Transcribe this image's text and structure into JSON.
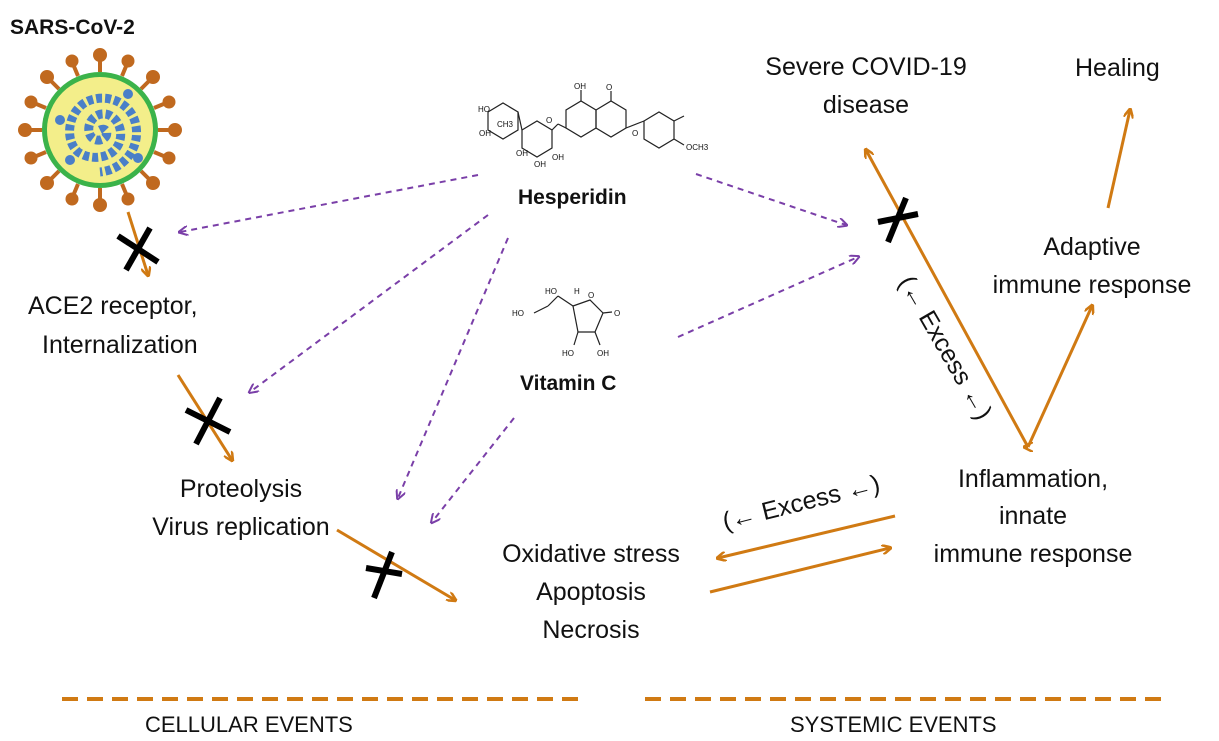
{
  "title": "SARS-CoV-2",
  "colors": {
    "pathway": "#d07a13",
    "inhibition": "#7a3fa8",
    "block": "#000000",
    "virus_core": "#f3ee8a",
    "virus_spike": "#c0691f",
    "virus_particle": "#4a7fc8",
    "virus_envelope": "#3bb34a"
  },
  "compounds": {
    "hesperidin": {
      "name": "Hesperidin",
      "structure_labels": [
        "HO",
        "CH3",
        "OH",
        "O",
        "OH",
        "OH",
        "OH",
        "OH",
        "O",
        "O",
        "OCH3"
      ]
    },
    "vitamin_c": {
      "name": "Vitamin C",
      "structure_labels": [
        "HO",
        "H",
        "HO",
        "O",
        "O",
        "HO",
        "OH"
      ]
    }
  },
  "nodes": {
    "ace2": {
      "line1": "ACE2 receptor,",
      "line2": "Internalization"
    },
    "proteolysis": {
      "line1": "Proteolysis",
      "line2": "Virus  replication"
    },
    "oxidative": {
      "line1": "Oxidative stress",
      "line2": "Apoptosis",
      "line3": "Necrosis"
    },
    "inflammation": {
      "line1": "Inflammation,",
      "line2": "innate",
      "line3": "immune response"
    },
    "adaptive": {
      "line1": "Adaptive",
      "line2": "immune response"
    },
    "severe": {
      "line1": "Severe COVID-19",
      "line2": "disease"
    },
    "healing": {
      "line1": "Healing"
    }
  },
  "annotations": {
    "excess_horizontal": "(← Excess ←)",
    "excess_diagonal": "(← Excess ←)"
  },
  "footer": {
    "cellular": "CELLULAR EVENTS",
    "systemic": "SYSTEMIC EVENTS"
  }
}
